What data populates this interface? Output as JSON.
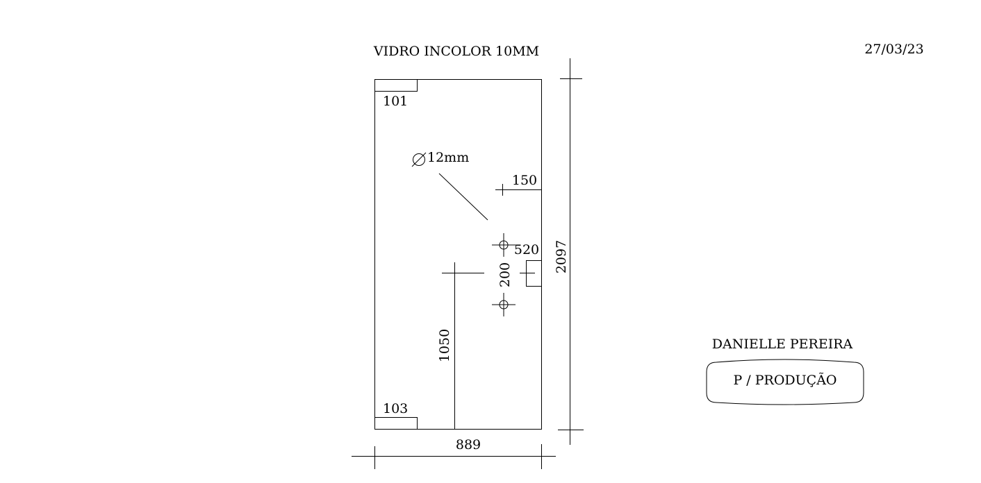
{
  "header": {
    "material": "VIDRO INCOLOR 10MM",
    "date": "27/03/23"
  },
  "glass_panel": {
    "width_label": "889",
    "height_label": "2097",
    "corner_top_label": "101",
    "corner_bottom_label": "103",
    "hole_diameter_label": "12mm",
    "hole_offset_label": "150",
    "handle_position_label": "520",
    "hole_spacing_label": "200",
    "handle_height_label": "1050"
  },
  "footer": {
    "client_name": "DANIELLE PEREIRA",
    "stamp_label": "P / PRODUÇÃO"
  }
}
